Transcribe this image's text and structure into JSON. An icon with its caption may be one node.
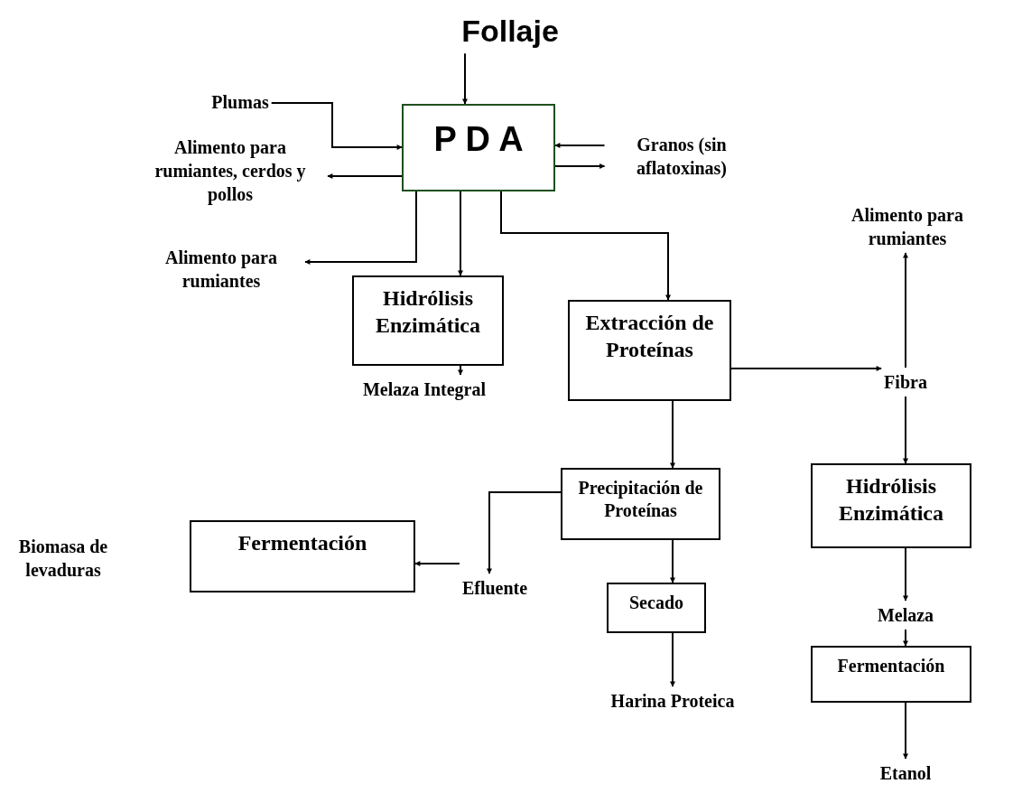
{
  "diagram": {
    "nodes": [
      {
        "text": [
          "Follaje"
        ]
      },
      {
        "text": [
          "Plumas"
        ]
      },
      {
        "text": [
          "P D A"
        ]
      },
      {
        "text": [
          "Granos (sin aflatoxinas)"
        ]
      },
      {
        "text": [
          "Alimento para rumiantes, cerdos y pollos"
        ]
      },
      {
        "text": [
          "Alimento para rumiantes"
        ]
      },
      {
        "text": [
          "Hidrólisis Enzimática"
        ]
      },
      {
        "text": [
          "Melaza Integral"
        ]
      },
      {
        "text": [
          "Alimento para rumiantes"
        ]
      },
      {
        "text": [
          "Extracción de Proteínas"
        ]
      },
      {
        "text": [
          "Fibra"
        ]
      },
      {
        "text": [
          "Precipitación de Proteínas"
        ]
      },
      {
        "text": [
          "Hidrólisis Enzimática"
        ]
      },
      {
        "text": [
          "Efluente"
        ]
      },
      {
        "text": [
          "Fermentación"
        ]
      },
      {
        "text": [
          "Secado"
        ]
      },
      {
        "text": [
          "Melaza"
        ]
      },
      {
        "text": [
          "Harina Proteica"
        ]
      },
      {
        "text": [
          "Fermentación"
        ]
      },
      {
        "text": [
          "Etanol"
        ]
      }
    ],
    "edges": [
      {
        "from": 0,
        "to": 2,
        "arrow": "to"
      },
      {
        "from": 1,
        "to": 2,
        "arrow": "to"
      },
      {
        "from": 2,
        "to": 4,
        "arrow": "to"
      },
      {
        "from": 3,
        "to": 2,
        "arrow": "to"
      },
      {
        "from": 2,
        "to": 3,
        "arrow": "to"
      },
      {
        "from": 2,
        "to": 5,
        "arrow": "to"
      },
      {
        "from": 2,
        "to": 6,
        "arrow": "to"
      },
      {
        "from": 2,
        "to": 9,
        "arrow": "to"
      },
      {
        "from": 6,
        "to": 7,
        "arrow": "to"
      },
      {
        "from": 9,
        "to": 10,
        "arrow": "to"
      },
      {
        "from": 10,
        "to": 8,
        "arrow": "to"
      },
      {
        "from": 10,
        "to": 12,
        "arrow": "to"
      },
      {
        "from": 9,
        "to": 11,
        "arrow": "to"
      },
      {
        "from": 11,
        "to": 13,
        "arrow": "to"
      },
      {
        "from": 13,
        "to": 14,
        "arrow": "to"
      },
      {
        "from": 11,
        "to": 15,
        "arrow": "to"
      },
      {
        "from": 15,
        "to": 17,
        "arrow": "to"
      },
      {
        "from": 12,
        "to": 16,
        "arrow": "to"
      },
      {
        "from": 16,
        "to": 18,
        "arrow": "to"
      },
      {
        "from": 18,
        "to": 19,
        "arrow": "to"
      }
    ],
    "labels": [
      "Biomasa de levaduras"
    ]
  }
}
